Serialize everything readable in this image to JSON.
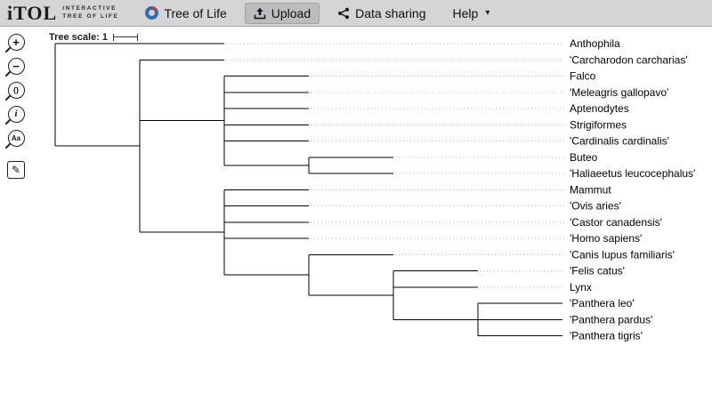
{
  "nav": {
    "logo": {
      "text": "iTOL",
      "subtitle_line1": "Interactive",
      "subtitle_line2": "Tree Of Life"
    },
    "items": [
      {
        "label": "Tree of Life",
        "active": false
      },
      {
        "label": "Upload",
        "active": true
      },
      {
        "label": "Data sharing",
        "active": false
      },
      {
        "label": "Help",
        "active": false
      }
    ],
    "help_caret": "▾"
  },
  "toolbar": {
    "icons": [
      {
        "name": "zoom-in",
        "glyph": "+"
      },
      {
        "name": "zoom-out",
        "glyph": "−"
      },
      {
        "name": "zoom-fit",
        "glyph": "{}"
      },
      {
        "name": "info",
        "glyph": "i"
      },
      {
        "name": "font-size",
        "glyph": "Aa"
      },
      {
        "name": "edit",
        "glyph": "✎"
      }
    ]
  },
  "tree_scale": {
    "label": "Tree scale: 1"
  },
  "tree": {
    "type": "phylogenetic-tree",
    "leaves": [
      "Anthophila",
      "'Carcharodon carcharias'",
      "Falco",
      "'Meleagris gallopavo'",
      "Aptenodytes",
      "Strigiformes",
      "'Cardinalis cardinalis'",
      "Buteo",
      "'Haliaeetus leucocephalus'",
      "Mammut",
      "'Ovis aries'",
      "'Castor canadensis'",
      "'Homo sapiens'",
      "'Canis lupus familiaris'",
      "'Felis catus'",
      "Lynx",
      "'Panthera leo'",
      "'Panthera pardus'",
      "'Panthera tigris'"
    ],
    "topology": {
      "name": "root",
      "children": [
        {
          "name": "Anthophila",
          "len": 2
        },
        {
          "len": 1,
          "children": [
            {
              "name": "'Carcharodon carcharias'",
              "len": 1
            },
            {
              "len": 1,
              "children": [
                {
                  "name": "Falco",
                  "len": 1
                },
                {
                  "name": "'Meleagris gallopavo'",
                  "len": 1
                },
                {
                  "name": "Aptenodytes",
                  "len": 1
                },
                {
                  "name": "Strigiformes",
                  "len": 1
                },
                {
                  "name": "'Cardinalis cardinalis'",
                  "len": 1
                },
                {
                  "len": 1,
                  "children": [
                    {
                      "name": "Buteo",
                      "len": 1
                    },
                    {
                      "name": "'Haliaeetus leucocephalus'",
                      "len": 1
                    }
                  ]
                }
              ]
            },
            {
              "len": 1,
              "children": [
                {
                  "name": "Mammut",
                  "len": 1
                },
                {
                  "name": "'Ovis aries'",
                  "len": 1
                },
                {
                  "name": "'Castor canadensis'",
                  "len": 1
                },
                {
                  "name": "'Homo sapiens'",
                  "len": 1
                },
                {
                  "len": 1,
                  "children": [
                    {
                      "name": "'Canis lupus familiaris'",
                      "len": 1
                    },
                    {
                      "len": 1,
                      "children": [
                        {
                          "name": "'Felis catus'",
                          "len": 1
                        },
                        {
                          "name": "Lynx",
                          "len": 1
                        },
                        {
                          "len": 1,
                          "children": [
                            {
                              "name": "'Panthera leo'",
                              "len": 1
                            },
                            {
                              "name": "'Panthera pardus'",
                              "len": 1
                            },
                            {
                              "name": "'Panthera tigris'",
                              "len": 1
                            }
                          ]
                        }
                      ]
                    }
                  ]
                }
              ]
            }
          ]
        }
      ]
    }
  }
}
